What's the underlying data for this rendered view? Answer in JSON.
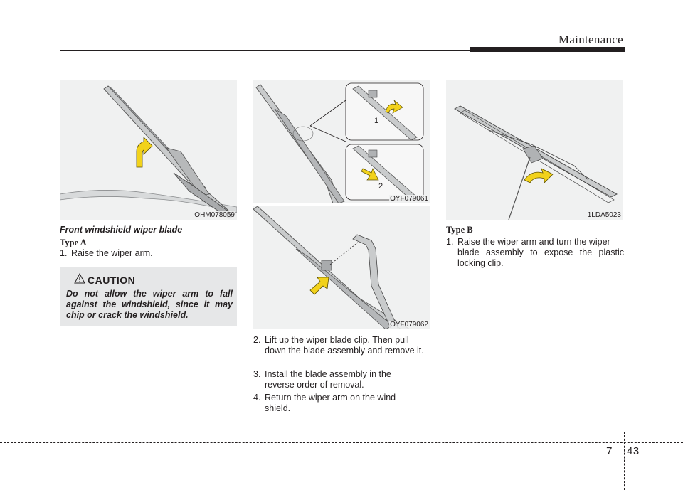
{
  "header": {
    "title": "Maintenance"
  },
  "figures": {
    "fig1": {
      "code": "OHM078059"
    },
    "fig2": {
      "code": "OYF079061",
      "callout1": "1",
      "callout2": "2"
    },
    "fig3": {
      "code": "OYF079062"
    },
    "fig4": {
      "code": "1LDA5023"
    }
  },
  "col1": {
    "subhead": "Front windshield wiper blade",
    "type_label": "Type A",
    "step1": {
      "num": "1.",
      "text": "Raise the wiper arm."
    },
    "caution": {
      "title": "CAUTION",
      "text": "Do not allow the wiper arm to fall against the windshield, since it may chip or crack the windshield."
    }
  },
  "col2": {
    "step2": {
      "num": "2.",
      "line1": "Lift up the wiper blade clip. Then pull",
      "rest": "down the blade assembly and remove it."
    },
    "step3": {
      "num": "3.",
      "line1": "Install the blade assembly in the",
      "rest": "reverse order of removal."
    },
    "step4": {
      "num": "4.",
      "line1": "Return the wiper arm on the wind-",
      "rest": "shield."
    }
  },
  "col3": {
    "type_label": "Type B",
    "step1": {
      "num": "1.",
      "line1": "Raise the wiper arm and turn the wiper",
      "rest": "blade assembly to expose the plastic locking clip."
    }
  },
  "footer": {
    "chapter": "7",
    "page": "43"
  },
  "colors": {
    "arrow_fill": "#f2d21b",
    "panel": "#f0f1f1",
    "caution_bg": "#e6e7e8"
  }
}
